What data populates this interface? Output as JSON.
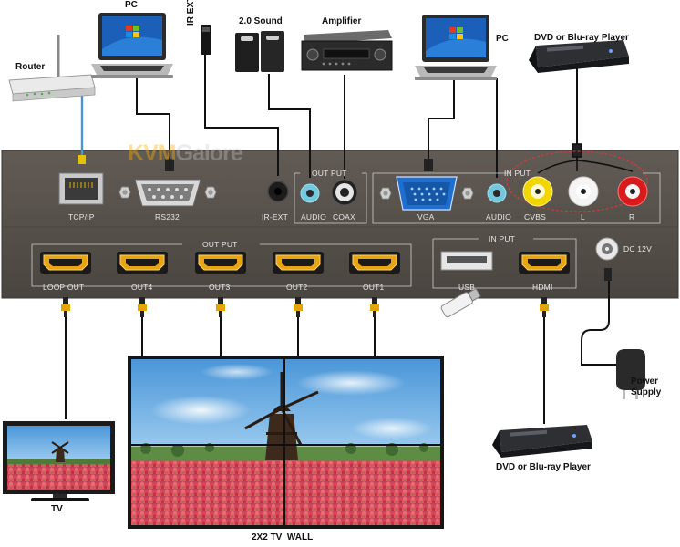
{
  "title": "",
  "watermark": {
    "part1": "KVM",
    "part2": "Galore"
  },
  "devices": {
    "pc_left": "PC",
    "router": "Router",
    "ir_ext": "IR EXT",
    "sound": "2.0 Sound",
    "amplifier": "Amplifier",
    "pc_right": "PC",
    "dvd_top": "DVD or Blu-ray Player",
    "power_supply_line1": "Power",
    "power_supply_line2": "Supply",
    "dvd_bottom": "DVD or Blu-ray Player",
    "tv": "TV",
    "tv_wall": "2X2 TV  WALL"
  },
  "panel": {
    "tcpip": "TCP/IP",
    "rs232": "RS232",
    "ir_ext": "IR-EXT",
    "audio_out": "AUDIO",
    "coax": "COAX",
    "output_group_top": "OUT PUT",
    "vga": "VGA",
    "audio_in": "AUDIO",
    "cvbs": "CVBS",
    "l": "L",
    "r": "R",
    "input_group_top": "IN PUT",
    "output_group_hdmi": "OUT PUT",
    "loop_out": "LOOP OUT",
    "out4": "OUT4",
    "out3": "OUT3",
    "out2": "OUT2",
    "out1": "OUT1",
    "input_group_bottom": "IN PUT",
    "usb": "USB",
    "hdmi": "HDMI",
    "dc": "DC 12V"
  },
  "colors": {
    "panel": "#57514c",
    "cable": "#111111",
    "network_cable": "#4a93d6",
    "vga_port": "#1e6fd0",
    "rca_yellow": "#f2d600",
    "rca_white": "#f4f4f4",
    "rca_red": "#d91a1a",
    "hdmi_gold": "#e8a413",
    "audio_jack": "#73c8dd",
    "sky": "#6fb1e2",
    "tulips": "#d23a4e"
  }
}
